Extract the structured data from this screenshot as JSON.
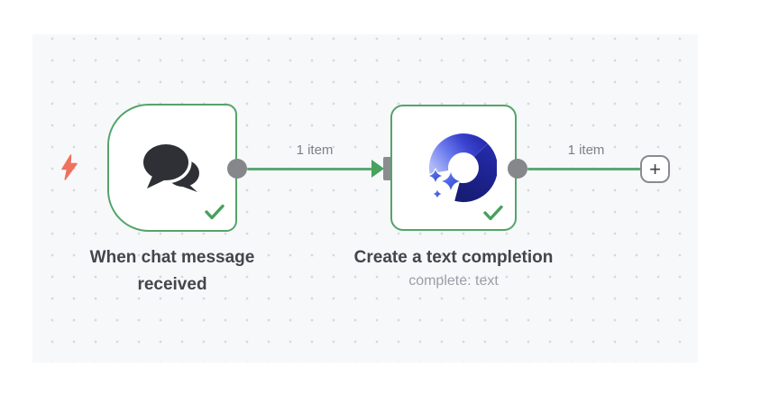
{
  "canvas": {
    "background": "#f7f8fa",
    "dot_color": "#d7d9de"
  },
  "colors": {
    "node_border_green": "#54a46a",
    "connection_green": "#5aa873",
    "check_green": "#47a05d",
    "connector_gray": "#85878b",
    "trigger_bolt": "#f0705f",
    "title_text": "#43454b",
    "subtitle_text": "#9b9ea6",
    "connection_label_text": "#7d8187"
  },
  "nodes": [
    {
      "id": "chat-trigger",
      "title": "When chat message received",
      "icon": "chat-bubbles-icon",
      "status": "success",
      "shape": "trigger-rounded-left"
    },
    {
      "id": "text-completion",
      "title": "Create a text completion",
      "subtitle": "complete: text",
      "icon": "ai-ring-sparkles-icon",
      "status": "success",
      "shape": "rounded-square"
    }
  ],
  "connections": [
    {
      "from": "chat-trigger",
      "to": "text-completion",
      "label": "1 item"
    },
    {
      "from": "text-completion",
      "to": "add-button",
      "label": "1 item"
    }
  ],
  "add_button": {
    "label": "+"
  }
}
